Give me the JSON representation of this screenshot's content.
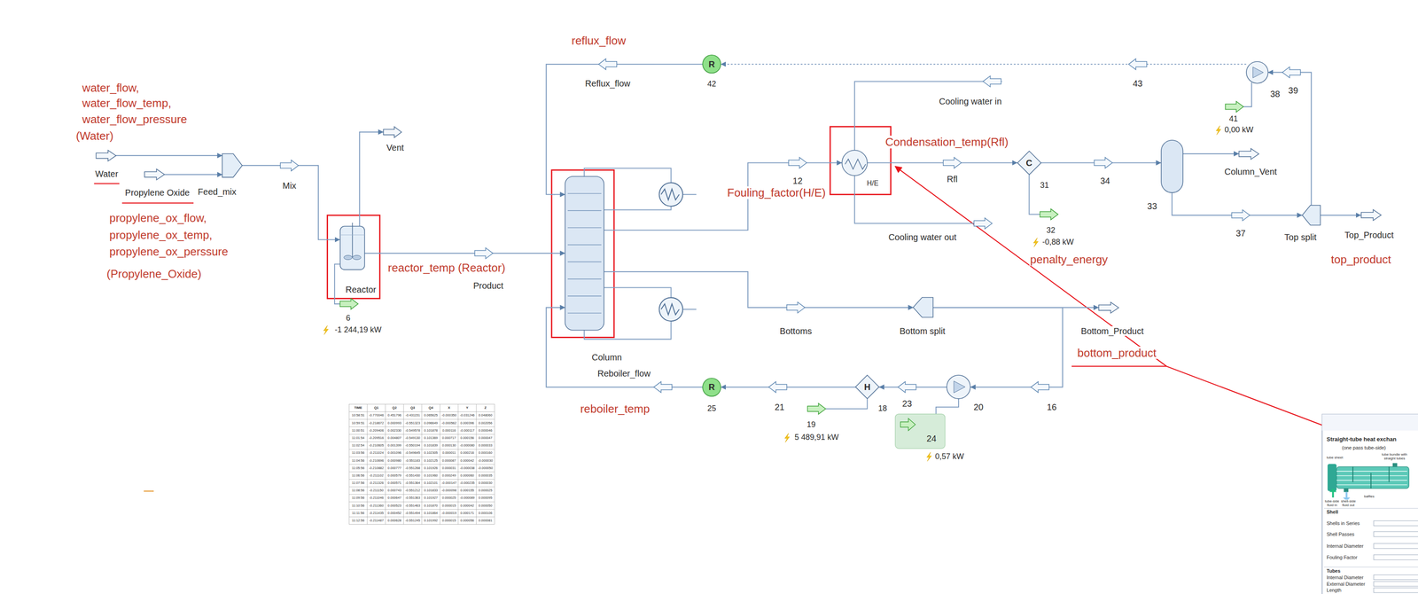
{
  "diagram": {
    "nodes": [
      {
        "text": [
          "Water"
        ]
      },
      {
        "text": [
          "Propylene Oxide"
        ]
      },
      {
        "text": [
          "Feed_mix"
        ]
      },
      {
        "text": [
          "Reactor"
        ]
      },
      {
        "text": [
          "Vent"
        ]
      },
      {
        "text": [
          "Column"
        ]
      },
      {
        "text": [
          "H/E"
        ]
      },
      {
        "text": [
          "C",
          "31"
        ]
      },
      {
        "text": [
          "33"
        ]
      },
      {
        "text": [
          "Column_Vent"
        ]
      },
      {
        "text": [
          "Top split"
        ]
      },
      {
        "text": [
          "Top_Product"
        ]
      },
      {
        "text": [
          "38"
        ]
      },
      {
        "text": [
          "R",
          "42"
        ]
      },
      {
        "text": [
          "Bottom split"
        ]
      },
      {
        "text": [
          "Bottom_Product"
        ]
      },
      {
        "text": [
          "20"
        ]
      },
      {
        "text": [
          "H",
          "18"
        ]
      },
      {
        "text": [
          "R",
          "25"
        ]
      },
      {
        "text": [
          "24"
        ]
      }
    ],
    "edges": [
      {
        "from": 0,
        "to": 2,
        "arrow": "to"
      },
      {
        "from": 1,
        "to": 2,
        "arrow": "to"
      },
      {
        "from": 2,
        "to": 3,
        "label": "Mix",
        "arrow": "to"
      },
      {
        "from": 3,
        "to": 4,
        "arrow": "to"
      },
      {
        "from": 3,
        "to": 5,
        "label": "Product",
        "arrow": "to"
      },
      {
        "from": 5,
        "to": 6,
        "label": "12",
        "arrow": "to"
      },
      {
        "from": 6,
        "to": 7,
        "label": "Rfl",
        "arrow": "to"
      },
      {
        "from": 7,
        "to": 8,
        "label": "34",
        "arrow": "to"
      },
      {
        "from": 8,
        "to": 9,
        "arrow": "to"
      },
      {
        "from": 8,
        "to": 10,
        "label": "37",
        "arrow": "to"
      },
      {
        "from": 10,
        "to": 11,
        "arrow": "to"
      },
      {
        "from": 10,
        "to": 12,
        "label": "39",
        "arrow": "to"
      },
      {
        "from": 12,
        "to": 13,
        "label": "43",
        "arrow": "to"
      },
      {
        "from": 13,
        "to": 5,
        "label": "Reflux_flow",
        "arrow": "to"
      },
      {
        "from": 5,
        "to": 14,
        "label": "Bottoms",
        "arrow": "to"
      },
      {
        "from": 14,
        "to": 15,
        "arrow": "to"
      },
      {
        "from": 14,
        "to": 16,
        "label": "16",
        "arrow": "to"
      },
      {
        "from": 16,
        "to": 17,
        "label": "23",
        "arrow": "to"
      },
      {
        "from": 17,
        "to": 18,
        "label": "21",
        "arrow": "to"
      },
      {
        "from": 18,
        "to": 5,
        "label": "Reboiler_flow",
        "arrow": "to"
      }
    ],
    "labels": [
      "water_flow,",
      "water_flow_temp,",
      "water_flow_pressure",
      "(Water)",
      "propylene_ox_flow,",
      "propylene_ox_temp,",
      "propylene_ox_perssure",
      "(Propylene_Oxide)",
      "reactor_temp (Reactor)",
      "6",
      "-1 244,19 kW",
      "reflux_flow",
      "Condensation_temp(Rfl)",
      "Fouling_factor(H/E)",
      "Cooling water in",
      "Cooling water out",
      "32",
      "-0,88 kW",
      "penalty_energy",
      "41",
      "0,00 kW",
      "top_product",
      "bottom_product",
      "reboiler_temp",
      "19",
      "5 489,91 kW",
      "0,57 kW",
      "Straight-tube heat exchan",
      "(one pass tube-side)",
      "tube sheet",
      "tube bundle with straight tubes",
      "tube-side fluid in",
      "shell-side fluid out",
      "baffles",
      "Shell",
      "Shells in Series",
      "Shell Passes",
      "Internal Diameter",
      "Fouling Factor",
      "Tubes",
      "Internal Diameter",
      "External Diameter",
      "Length",
      "TIME",
      "Q1",
      "Q2",
      "Q3",
      "Q4",
      "X",
      "Y",
      "Z",
      "10:58:51",
      "-0.770046",
      "0.451796",
      "-0.431151",
      "0.065625",
      "-0.000350",
      "-0.031246",
      "0.048060",
      "10:59:51",
      "-0.218672",
      "0.000993",
      "-0.551323",
      "0.096649",
      "-0.000562",
      "0.000396",
      "0.002056",
      "11:00:51",
      "-0.209406",
      "0.002330",
      "-0.549578",
      "0.101878",
      "0.000116",
      "-0.000117",
      "0.000046",
      "11:01:54",
      "-0.209516",
      "0.004807",
      "-0.549130",
      "0.101369",
      "0.000717",
      "0.000156",
      "0.000047",
      "11:02:54",
      "-0.210605",
      "0.001399",
      "-0.550194",
      "0.101839",
      "0.000130",
      "-0.000080",
      "0.000033",
      "11:03:56",
      "-0.211024",
      "0.001096",
      "-0.549645",
      "0.102305",
      "0.000011",
      "0.000216",
      "0.000160",
      "11:04:56",
      "-0.210696",
      "0.000980",
      "-0.551183",
      "0.102125",
      "0.000087",
      "0.000042",
      "-0.000030",
      "11:05:56",
      "-0.210882",
      "0.000777",
      "-0.551268",
      "0.101926",
      "0.000031",
      "-0.000038",
      "-0.000050",
      "11:06:56",
      "-0.211102",
      "0.000579",
      "-0.551430",
      "0.101960",
      "0.000249",
      "0.000060",
      "0.000035",
      "11:07:56",
      "-0.211326",
      "0.000571",
      "-0.551364",
      "0.102101",
      "-0.000147",
      "-0.000235",
      "0.000030",
      "11:08:56",
      "-0.211150",
      "0.000743",
      "-0.551212",
      "0.101833",
      "-0.000098",
      "0.000155",
      "0.000025",
      "11:09:56",
      "-0.211046",
      "0.000647",
      "-0.551363",
      "0.101927",
      "0.000025",
      "-0.000089",
      "0.000095",
      "11:10:56",
      "-0.211360",
      "0.000523",
      "-0.551463",
      "0.101870",
      "0.000015",
      "0.000042",
      "0.000050",
      "11:11:56",
      "-0.211435",
      "0.000452",
      "-0.551494",
      "0.101864",
      "-0.000019",
      "0.000171",
      "0.000106",
      "11:12:56",
      "-0.211487",
      "0.000628",
      "-0.551245",
      "0.101992",
      "0.000015",
      "0.000056",
      "0.000081"
    ]
  }
}
